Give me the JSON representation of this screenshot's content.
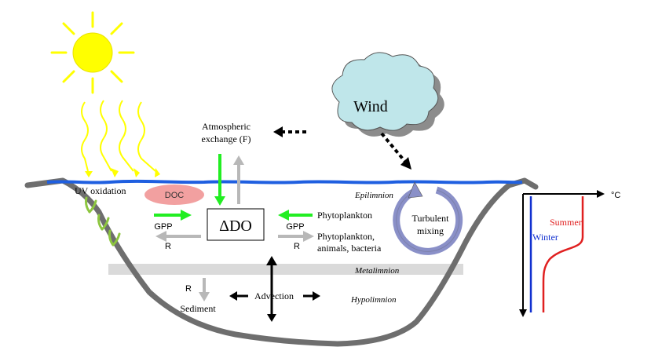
{
  "labels": {
    "uv_oxidation": "UV oxidation",
    "doc": "DOC",
    "atmospheric_line1": "Atmospheric",
    "atmospheric_line2": "exchange (F)",
    "wind": "Wind",
    "epilimnion": "Epilimnion",
    "delta_do": "ΔDO",
    "gpp_left": "GPP",
    "r_left": "R",
    "gpp_right": "GPP",
    "r_right": "R",
    "phytoplankton": "Phytoplankton",
    "phyto_animals_line1": "Phytoplankton,",
    "phyto_animals_line2": "animals, bacteria",
    "turbulent_line1": "Turbulent",
    "turbulent_line2": "mixing",
    "metalimnion": "Metalimnion",
    "r_bottom": "R",
    "sediment": "Sediment",
    "advection": "Advection",
    "hypolimnion": "Hypolimnion"
  },
  "temperature_profile": {
    "unit_label": "°C",
    "summer": "Summer",
    "winter": "Winter"
  },
  "colors": {
    "sun": "#FFFF00",
    "water_surface": "#1F5FE0",
    "doc_fill": "#F2A0A0",
    "gpp_arrow": "#22EE22",
    "respiration_arrow": "#B8B8B8",
    "cloud_fill": "#BFE6EA",
    "cloud_shadow": "#8C8C8C",
    "lake_outline": "#6E6E6E",
    "metalimnion_band": "#DADADA",
    "mixing_circle": "#8A90C8",
    "summer_line": "#E02020",
    "winter_line": "#1030D0",
    "plant": "#8DC63F"
  }
}
